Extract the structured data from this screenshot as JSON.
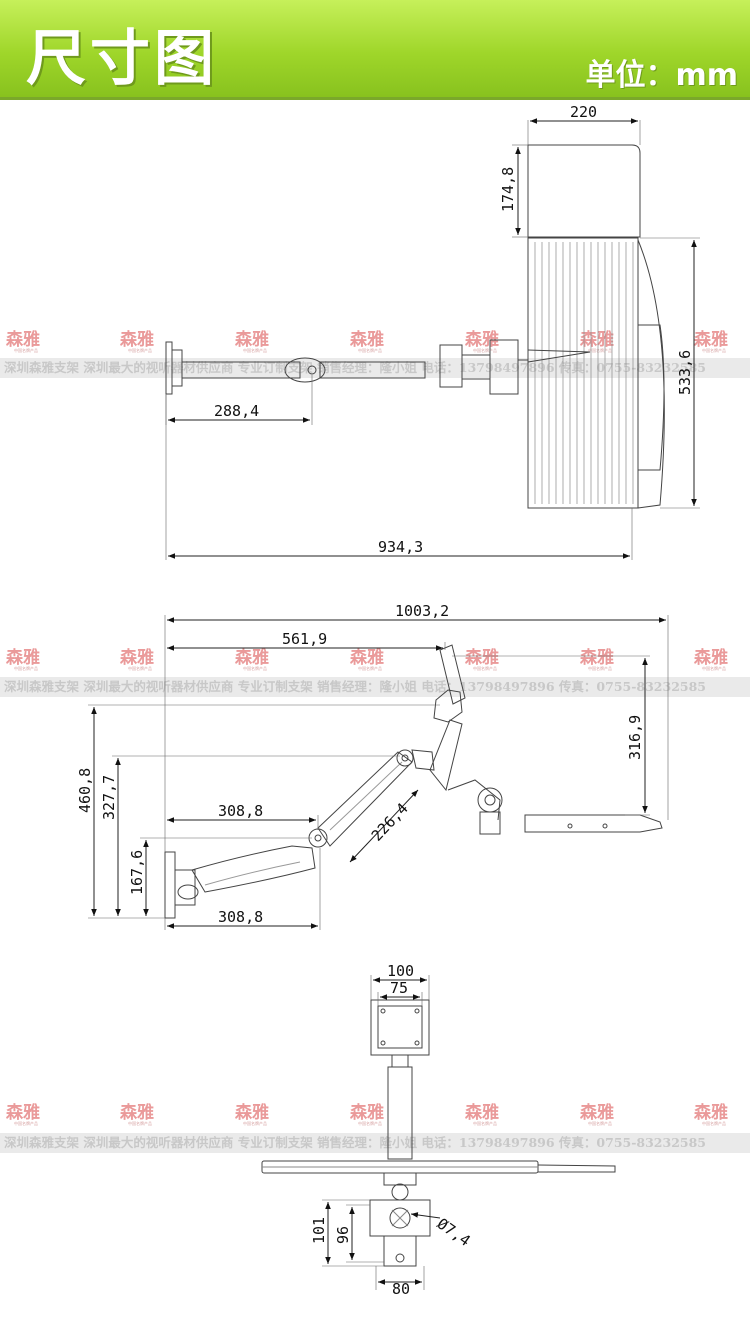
{
  "header": {
    "title": "尺寸图",
    "unit": "单位：mm"
  },
  "watermark": {
    "line": "深圳森雅支架 深圳最大的视听器材供应商 专业订制支架 销售经理：隆小姐 电话：13798497896 传真：0755-83232585",
    "logo": "森雅",
    "logo_sub": "中国名牌产品"
  },
  "views": {
    "top": {
      "width_tray": "220",
      "depth_monitor": "174,8",
      "depth_keyboard": "533,6",
      "arm_segment": "288,4",
      "total_length": "934,3"
    },
    "side": {
      "overall_length": "1003,2",
      "upper_reach": "561,9",
      "height_total": "460,8",
      "height_mid": "327,7",
      "height_low": "167,6",
      "tray_height": "316,9",
      "upper_arm": "308,8",
      "lower_arm": "308,8",
      "arm_link": "226,4"
    },
    "front": {
      "vesa_outer": "100",
      "vesa_inner": "75",
      "clamp_height_outer": "101",
      "clamp_height_inner": "96",
      "clamp_width": "80",
      "hole_diameter": "Ø7,4"
    }
  }
}
